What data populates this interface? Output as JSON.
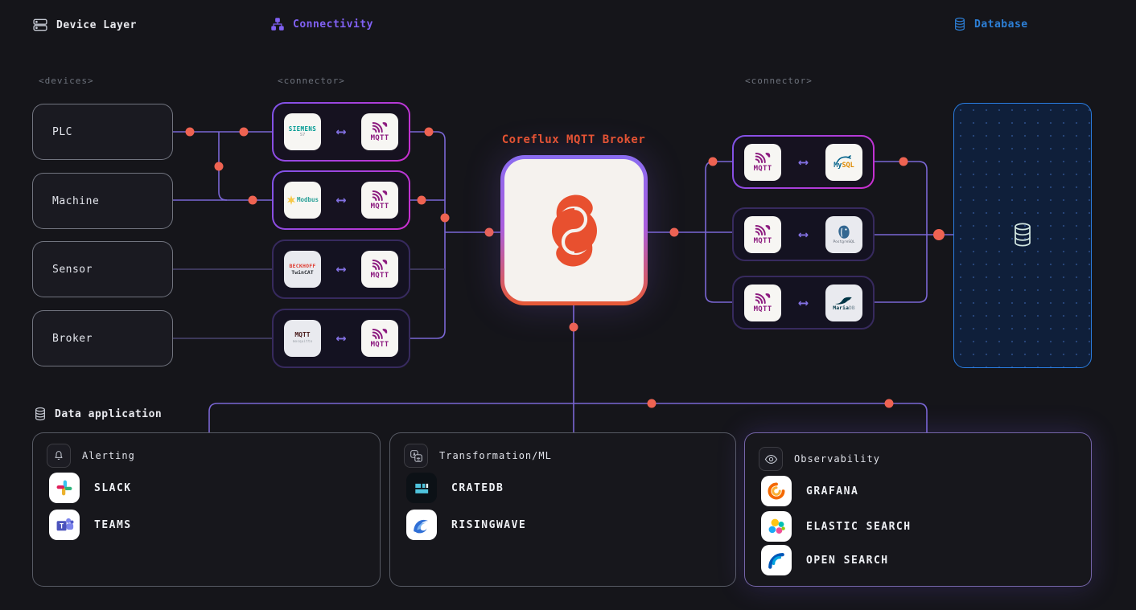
{
  "headers": {
    "device_layer": "Device Layer",
    "connectivity": "Connectivity",
    "database": "Database",
    "data_application": "Data application"
  },
  "tags": {
    "devices": "<devices>",
    "connector_left": "<connector>",
    "connector_right": "<connector>"
  },
  "devices": [
    {
      "label": "PLC"
    },
    {
      "label": "Machine"
    },
    {
      "label": "Sensor"
    },
    {
      "label": "Broker"
    }
  ],
  "broker": {
    "title": "Coreflux MQTT Broker"
  },
  "mqtt_logo_text": "MQTT",
  "left_connectors": [
    {
      "source_line1": "SIEMENS",
      "source_line2": "S7",
      "target": "MQTT"
    },
    {
      "source_line1": "Modbus",
      "target": "MQTT"
    },
    {
      "source_line1": "BECKHOFF",
      "source_line2": "TwinCAT",
      "target": "MQTT"
    },
    {
      "source_line1": "MQTT",
      "source_line2": "mosquitto",
      "target": "MQTT"
    }
  ],
  "right_connectors": [
    {
      "source": "MQTT",
      "target_line1": "My",
      "target_line2": "SQL"
    },
    {
      "source": "MQTT",
      "target_line1": "PostgreSQL"
    },
    {
      "source": "MQTT",
      "target_line1": "Maria",
      "target_line2": "DB"
    }
  ],
  "cards": [
    {
      "title": "Alerting",
      "items": [
        {
          "label": "SLACK"
        },
        {
          "label": "TEAMS"
        }
      ]
    },
    {
      "title": "Transformation/ML",
      "items": [
        {
          "label": "CRATEDB"
        },
        {
          "label": "RISINGWAVE"
        }
      ]
    },
    {
      "title": "Observability",
      "items": [
        {
          "label": "GRAFANA"
        },
        {
          "label": "ELASTIC SEARCH"
        },
        {
          "label": "OPEN SEARCH"
        }
      ]
    }
  ],
  "colors": {
    "accent_purple": "#8161f4",
    "accent_blue": "#2d7fd6",
    "accent_orange": "#e8532e",
    "dot_red": "#ee6352",
    "line_purple": "#7a66d4"
  }
}
